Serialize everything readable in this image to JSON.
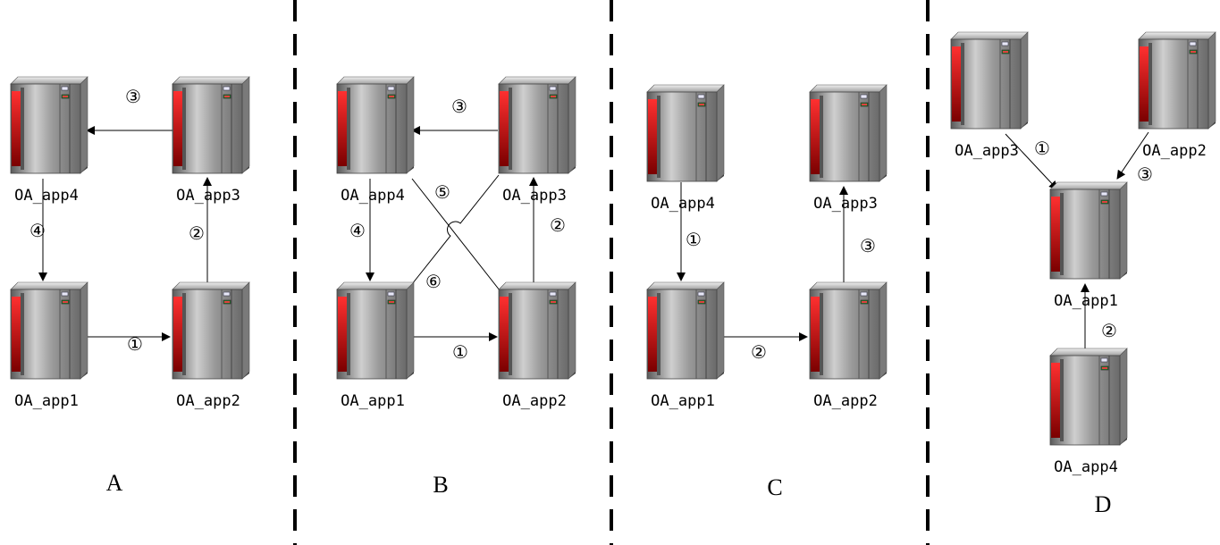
{
  "panels": [
    {
      "label": "A",
      "servers": [
        {
          "id": "app4",
          "name": "OA_app4"
        },
        {
          "id": "app3",
          "name": "OA_app3"
        },
        {
          "id": "app1",
          "name": "OA_app1"
        },
        {
          "id": "app2",
          "name": "OA_app2"
        }
      ],
      "steps": [
        {
          "from": "app1",
          "to": "app2",
          "label": "①"
        },
        {
          "from": "app2",
          "to": "app3",
          "label": "②"
        },
        {
          "from": "app3",
          "to": "app4",
          "label": "③"
        },
        {
          "from": "app4",
          "to": "app1",
          "label": "④"
        }
      ]
    },
    {
      "label": "B",
      "servers": [
        {
          "id": "app4",
          "name": "OA_app4"
        },
        {
          "id": "app3",
          "name": "OA_app3"
        },
        {
          "id": "app1",
          "name": "OA_app1"
        },
        {
          "id": "app2",
          "name": "OA_app2"
        }
      ],
      "steps": [
        {
          "from": "app1",
          "to": "app2",
          "label": "①"
        },
        {
          "from": "app2",
          "to": "app3",
          "label": "②"
        },
        {
          "from": "app3",
          "to": "app4",
          "label": "③"
        },
        {
          "from": "app4",
          "to": "app1",
          "label": "④"
        },
        {
          "from": "app4",
          "to": "app2",
          "label": "⑤"
        },
        {
          "from": "app1",
          "to": "app3",
          "label": "⑥"
        }
      ]
    },
    {
      "label": "C",
      "servers": [
        {
          "id": "app4",
          "name": "OA_app4"
        },
        {
          "id": "app3",
          "name": "OA_app3"
        },
        {
          "id": "app1",
          "name": "OA_app1"
        },
        {
          "id": "app2",
          "name": "OA_app2"
        }
      ],
      "steps": [
        {
          "from": "app4",
          "to": "app1",
          "label": "①"
        },
        {
          "from": "app1",
          "to": "app2",
          "label": "②"
        },
        {
          "from": "app2",
          "to": "app3",
          "label": "③"
        }
      ]
    },
    {
      "label": "D",
      "servers": [
        {
          "id": "app3",
          "name": "OA_app3"
        },
        {
          "id": "app2",
          "name": "OA_app2"
        },
        {
          "id": "app1",
          "name": "OA_app1"
        },
        {
          "id": "app4",
          "name": "OA_app4"
        }
      ],
      "steps": [
        {
          "from": "app3",
          "to": "app1",
          "label": "①"
        },
        {
          "from": "app4",
          "to": "app1",
          "label": "②"
        },
        {
          "from": "app2",
          "to": "app1",
          "label": "③"
        }
      ]
    }
  ],
  "colors": {
    "server_body": "#8a8a8a",
    "server_accent": "#e01010",
    "divider": "#000000"
  }
}
